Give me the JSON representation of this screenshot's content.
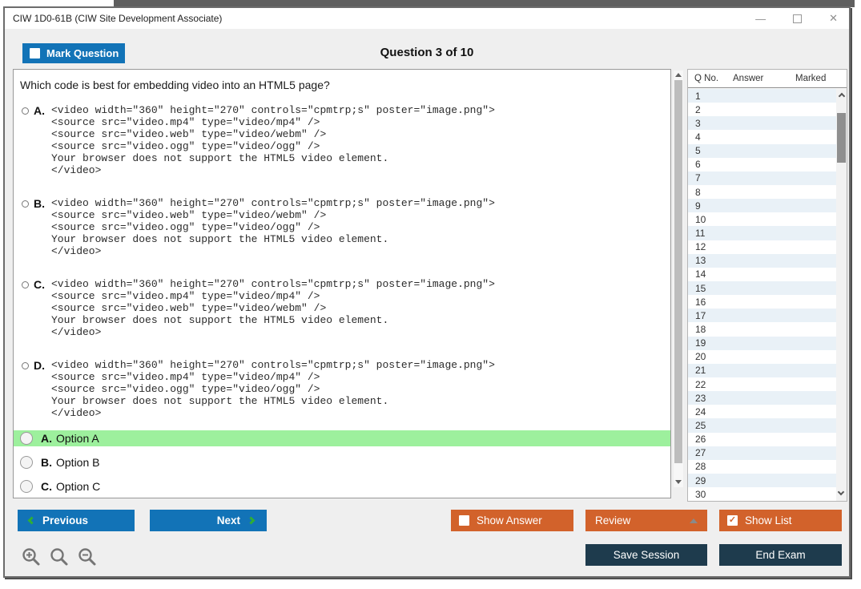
{
  "window": {
    "title": "CIW 1D0-61B (CIW Site Development Associate)",
    "controls": {
      "minimize": "—",
      "close": "✕"
    }
  },
  "header": {
    "mark_question": "Mark Question",
    "question_counter": "Question 3 of 10"
  },
  "question": {
    "prompt": "Which code is best for embedding video into an HTML5 page?",
    "code_options": [
      {
        "letter": "A.",
        "code": "<video width=\"360\" height=\"270\" controls=\"cpmtrp;s\" poster=\"image.png\">\n<source src=\"video.mp4\" type=\"video/mp4\" />\n<source src=\"video.web\" type=\"video/webm\" />\n<source src=\"video.ogg\" type=\"video/ogg\" />\nYour browser does not support the HTML5 video element.\n</video>"
      },
      {
        "letter": "B.",
        "code": "<video width=\"360\" height=\"270\" controls=\"cpmtrp;s\" poster=\"image.png\">\n<source src=\"video.web\" type=\"video/webm\" />\n<source src=\"video.ogg\" type=\"video/ogg\" />\nYour browser does not support the HTML5 video element.\n</video>"
      },
      {
        "letter": "C.",
        "code": "<video width=\"360\" height=\"270\" controls=\"cpmtrp;s\" poster=\"image.png\">\n<source src=\"video.mp4\" type=\"video/mp4\" />\n<source src=\"video.web\" type=\"video/webm\" />\nYour browser does not support the HTML5 video element.\n</video>"
      },
      {
        "letter": "D.",
        "code": "<video width=\"360\" height=\"270\" controls=\"cpmtrp;s\" poster=\"image.png\">\n<source src=\"video.mp4\" type=\"video/mp4\" />\n<source src=\"video.ogg\" type=\"video/ogg\" />\nYour browser does not support the HTML5 video element.\n</video>"
      }
    ],
    "answer_options": [
      {
        "letter": "A.",
        "label": "Option A",
        "highlighted": true
      },
      {
        "letter": "B.",
        "label": "Option B",
        "highlighted": false
      },
      {
        "letter": "C.",
        "label": "Option C",
        "highlighted": false
      }
    ]
  },
  "question_list": {
    "columns": [
      "Q No.",
      "Answer",
      "Marked"
    ],
    "rows": [
      "1",
      "2",
      "3",
      "4",
      "5",
      "6",
      "7",
      "8",
      "9",
      "10",
      "11",
      "12",
      "13",
      "14",
      "15",
      "16",
      "17",
      "18",
      "19",
      "20",
      "21",
      "22",
      "23",
      "24",
      "25",
      "26",
      "27",
      "28",
      "29",
      "30"
    ]
  },
  "footer": {
    "previous": "Previous",
    "next": "Next",
    "show_answer": "Show Answer",
    "review": "Review",
    "show_list": "Show List",
    "save_session": "Save Session",
    "end_exam": "End Exam"
  },
  "colors": {
    "button_blue": "#1273b7",
    "button_orange": "#d2622b",
    "button_navy": "#1e3b4d",
    "highlight_green": "#9df09d",
    "chevron_green": "#2fae35",
    "row_alt_blue": "#e9f1f7"
  }
}
